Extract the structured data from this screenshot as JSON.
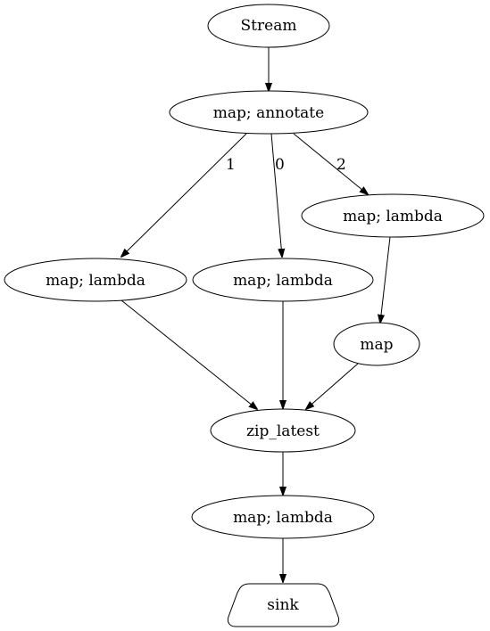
{
  "nodes": {
    "stream": "Stream",
    "annotate": "map; annotate",
    "lambda_left": "map; lambda",
    "lambda_middle": "map; lambda",
    "lambda_right": "map; lambda",
    "map": "map",
    "zip_latest": "zip_latest",
    "lambda_bottom": "map; lambda",
    "sink": "sink"
  },
  "edge_labels": {
    "to_left": "1",
    "to_middle": "0",
    "to_right": "2"
  }
}
